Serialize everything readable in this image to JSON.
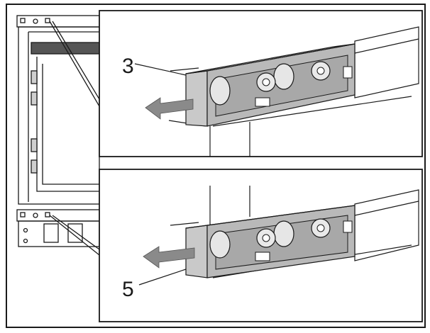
{
  "diagram": {
    "callouts": [
      {
        "id": "step-3",
        "text": "3"
      },
      {
        "id": "step-5",
        "text": "5"
      }
    ],
    "colors": {
      "line": "#1a1a1a",
      "bracket_fill": "#b9b9b9",
      "bracket_dark": "#9d9d9d",
      "bracket_light": "#d6d6d6",
      "arrow_fill": "#8a8a8a",
      "panel_gray": "#cfcfcf",
      "background": "#ffffff"
    },
    "icons": [
      "arrow-left-icon",
      "screw-icon",
      "bracket-icon"
    ]
  }
}
